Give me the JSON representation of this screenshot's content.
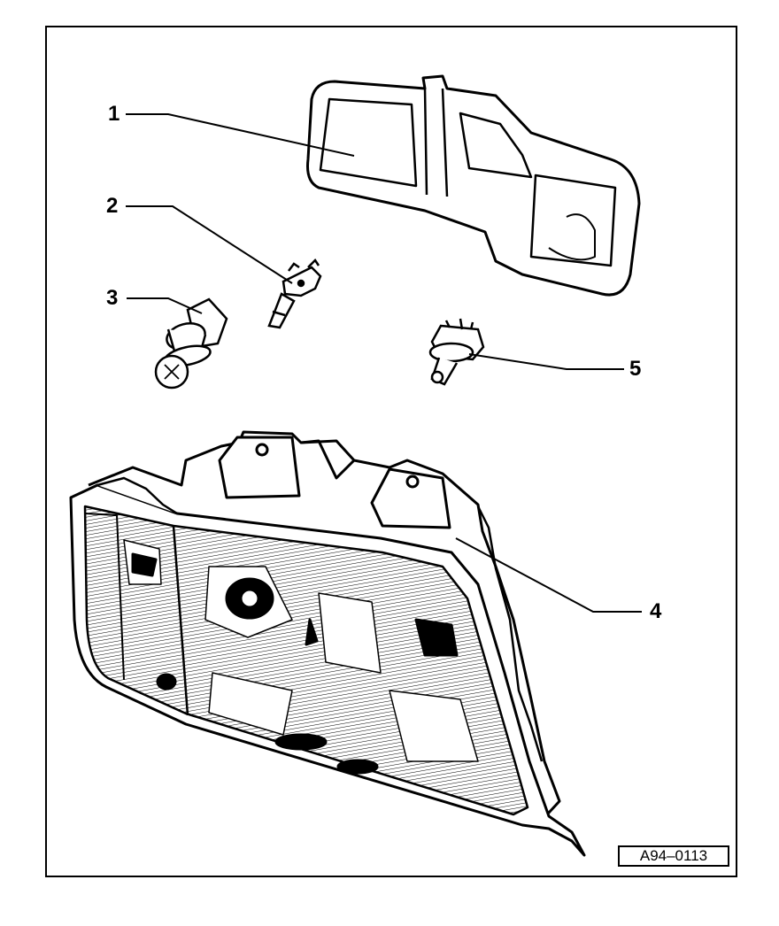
{
  "figure": {
    "callouts": [
      {
        "id": "1",
        "label": "1"
      },
      {
        "id": "2",
        "label": "2"
      },
      {
        "id": "3",
        "label": "3"
      },
      {
        "id": "4",
        "label": "4"
      },
      {
        "id": "5",
        "label": "5"
      }
    ],
    "figure_id": "A94–0113"
  },
  "parts": {
    "part1": "gasket-cover-part",
    "part2": "h7-bulb-part",
    "part3": "sidelight-bulb-part",
    "part4": "headlight-housing-part",
    "part5": "h4-bulb-part"
  },
  "colors": {
    "ink": "#000000",
    "paper": "#ffffff",
    "shade": "#9a9a9a"
  }
}
